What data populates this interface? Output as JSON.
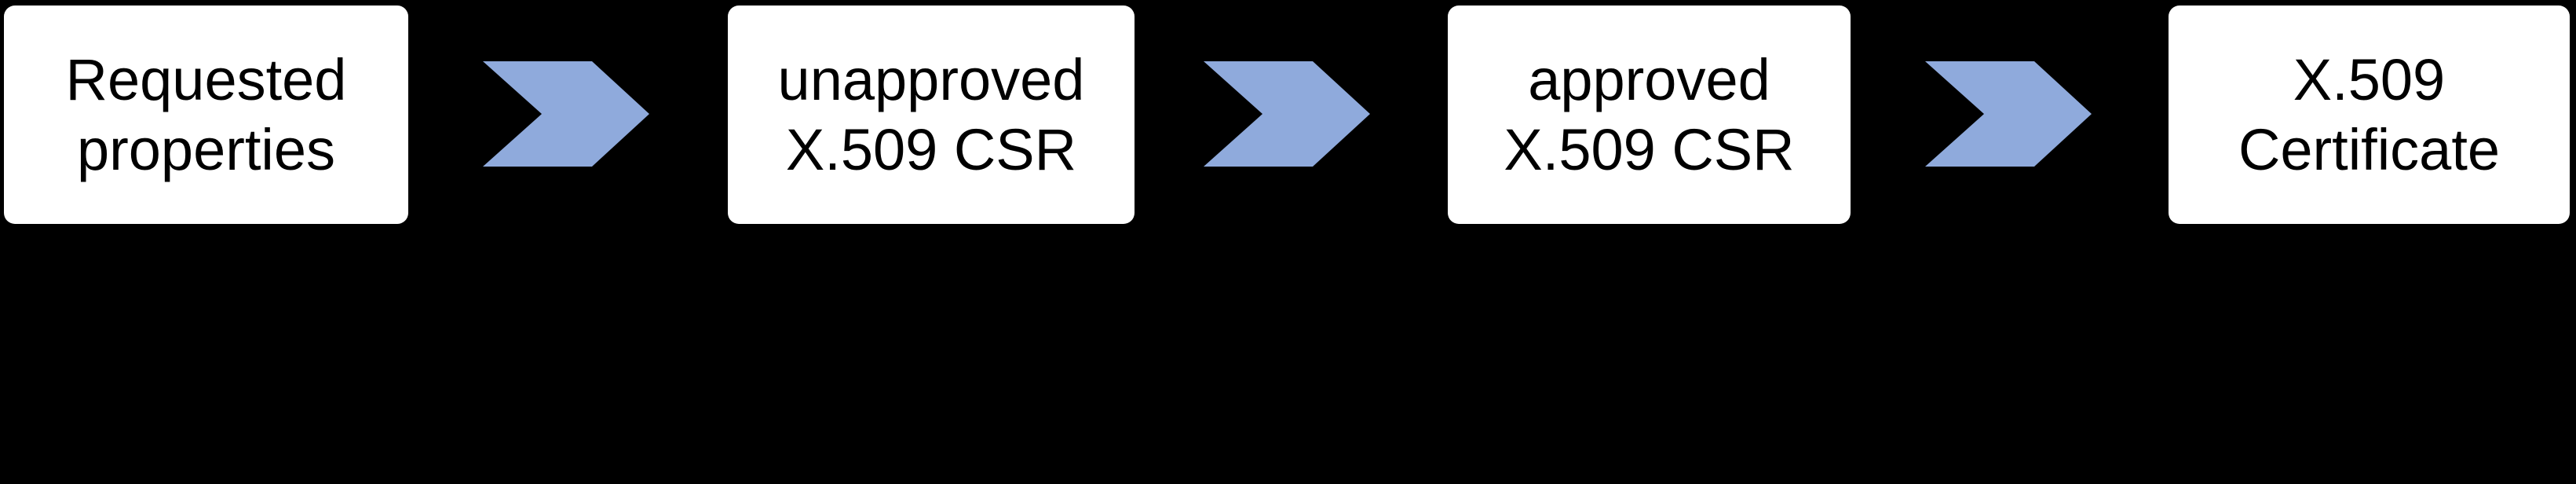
{
  "diagram": {
    "type": "flow",
    "background_color": "#000000",
    "box_fill_color": "#FFFFFF",
    "box_text_color": "#000000",
    "chevron_color": "#8FAADC",
    "steps": [
      {
        "line1": "Requested",
        "line2": "properties"
      },
      {
        "line1": "unapproved",
        "line2": "X.509 CSR"
      },
      {
        "line1": "approved",
        "line2": "X.509 CSR"
      },
      {
        "line1": "X.509",
        "line2": "Certificate"
      }
    ],
    "connector": "chevron-right"
  }
}
